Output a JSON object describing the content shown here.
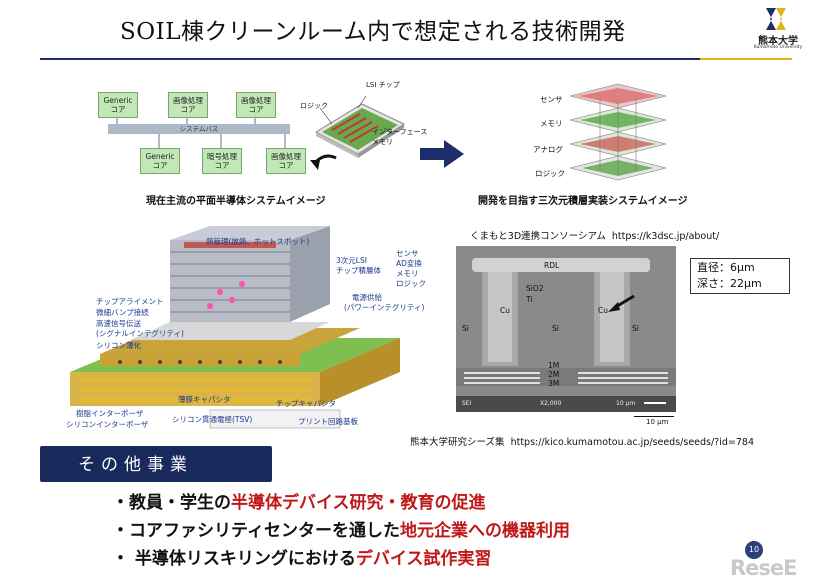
{
  "slide": {
    "title": "SOIL棟クリーンルーム内で想定される技術開発",
    "logo": {
      "name": "熊本大学",
      "sub": "Kumamoto University"
    },
    "page_number": "10",
    "watermark": "ReseE"
  },
  "planar_diagram": {
    "caption": "現在主流の平面半導体システムイメージ",
    "top_boxes": [
      {
        "line1": "Generic",
        "line2": "コア"
      },
      {
        "line1": "画像処理",
        "line2": "コア"
      },
      {
        "line1": "画像処理",
        "line2": "コア"
      }
    ],
    "bus_label": "システムバス",
    "bottom_boxes": [
      {
        "line1": "Generic",
        "line2": "コア"
      },
      {
        "line1": "暗号処理",
        "line2": "コア"
      },
      {
        "line1": "画像処理",
        "line2": "コア"
      }
    ],
    "chip_labels": {
      "lsi": "LSI チップ",
      "logic": "ロジック",
      "interface": "インターフェース",
      "memory": "メモリ"
    }
  },
  "stacked_diagram": {
    "caption": "開発を目指す三次元積層実装システムイメージ",
    "layers": [
      "センサ",
      "メモリ",
      "アナログ",
      "ロジック"
    ]
  },
  "package_diagram": {
    "labels": {
      "thermal": "熱管理(放熱、ホットスポット)",
      "lsi_3d": "3次元LSI",
      "chip_stack": "チップ積層体",
      "stack_items": [
        "センサ",
        "AD変換",
        "メモリ",
        "ロジック"
      ],
      "power": "電源供給",
      "power_sub": "(パワーインテグリティ)",
      "alignment": "チップアライメント",
      "microbump": "微細バンプ接続",
      "signal": "高速信号伝送",
      "signal_sub": "(シグナルインテグリティ)",
      "thinning": "シリコン薄化",
      "thin_cap": "薄膜キャパシタ",
      "chip_cap": "チップキャパシタ",
      "resin_interposer": "樹脂インターポーザ",
      "si_interposer": "シリコンインターポーザ",
      "tsv": "シリコン貫通電極(TSV)",
      "pcb": "プリント回路基板"
    }
  },
  "sem_image": {
    "heading": "くまもと3D連携コンソーシアム",
    "heading_url": "https://k3dsc.jp/about/",
    "labels": {
      "rdl": "RDL",
      "sio2": "SiO2",
      "ti": "Ti",
      "cu_left": "Cu",
      "cu_right": "Cu",
      "si_left": "Si",
      "si_center": "Si",
      "si_right": "Si",
      "m1": "1M",
      "m2": "2M",
      "m3": "3M",
      "sei": "SEI",
      "mag": "X2,000",
      "scale_inner": "10 μm",
      "scale_outer": "10 μm"
    },
    "note_diameter": "直径：6μm",
    "note_depth": "深さ：22μm",
    "footer": "熊本大学研究シーズ集",
    "footer_url": "https://kico.kumamotou.ac.jp/seeds/seeds/?id=784"
  },
  "other_projects": {
    "heading": "その他事業",
    "bullets": [
      {
        "prefix": "・教員・学生の",
        "emphasis": "半導体デバイス研究・教育の促進",
        "suffix": ""
      },
      {
        "prefix": "・コアファシリティセンターを通した",
        "emphasis": "地元企業への機器利用",
        "suffix": ""
      },
      {
        "prefix": "・ 半導体リスキリングにおける",
        "emphasis": "デバイス試作実習",
        "suffix": ""
      }
    ]
  },
  "colors": {
    "navy": "#182a5c",
    "accent_gold": "#e3b21b",
    "emphasis_red": "#c01818",
    "core_green": "#c3e8b8"
  }
}
